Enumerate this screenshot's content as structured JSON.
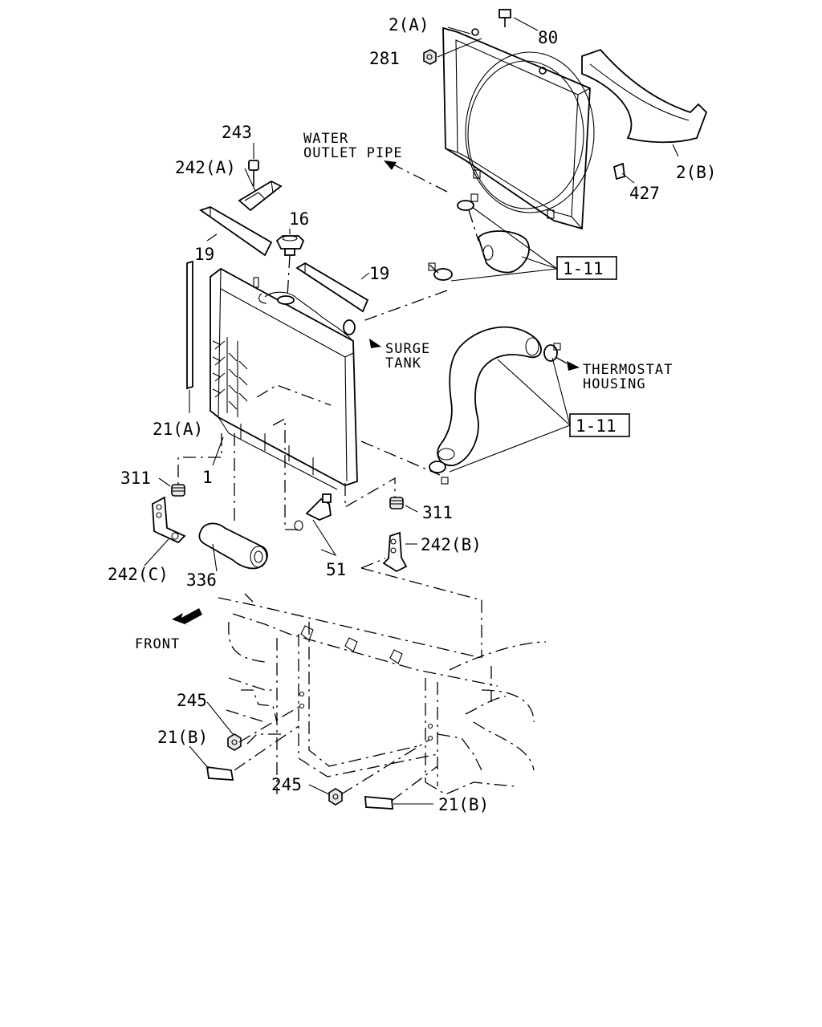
{
  "callouts": {
    "c2a": "2(A)",
    "c80": "80",
    "c281": "281",
    "c2b": "2(B)",
    "c427": "427",
    "c243": "243",
    "c242a": "242(A)",
    "c16": "16",
    "c19_left": "19",
    "c19_right": "19",
    "c1_11_top": "1-11",
    "c1_11_bottom": "1-11",
    "c21a": "21(A)",
    "c1": "1",
    "c311_left": "311",
    "c311_right": "311",
    "c242b": "242(B)",
    "c242c": "242(C)",
    "c336": "336",
    "c51": "51",
    "c245_upper": "245",
    "c245_lower": "245",
    "c21b_left": "21(B)",
    "c21b_right": "21(B)"
  },
  "notes": {
    "water_outlet_line1": "WATER",
    "water_outlet_line2": "OUTLET PIPE",
    "surge_line1": "SURGE",
    "surge_line2": "TANK",
    "thermostat_line1": "THERMOSTAT",
    "thermostat_line2": "HOUSING",
    "front": "FRONT"
  },
  "colors": {
    "ink": "#000000",
    "paper": "#ffffff"
  }
}
